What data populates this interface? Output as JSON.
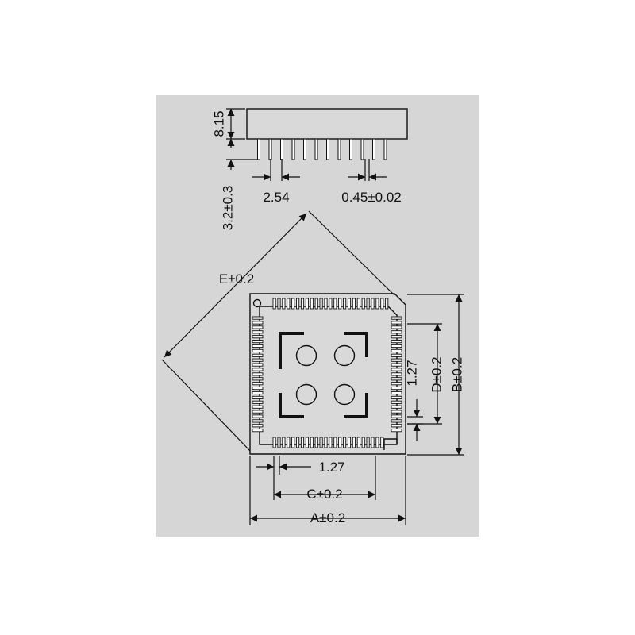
{
  "colors": {
    "page": "#ffffff",
    "panel": "#d6d6d6",
    "ink": "#111111",
    "body_fill": "#d9d9d9"
  },
  "labels": {
    "height": "8.15",
    "pin_length": "3.2±0.3",
    "pin_pitch_side": "2.54",
    "pin_width": "0.45±0.02",
    "diag_e": "E±0.2",
    "pitch_vertical": "1.27",
    "dim_d": "D±0.2",
    "dim_b": "B±0.2",
    "pitch_horizontal": "1.27",
    "dim_c": "C±0.2",
    "dim_a": "A±0.2"
  }
}
